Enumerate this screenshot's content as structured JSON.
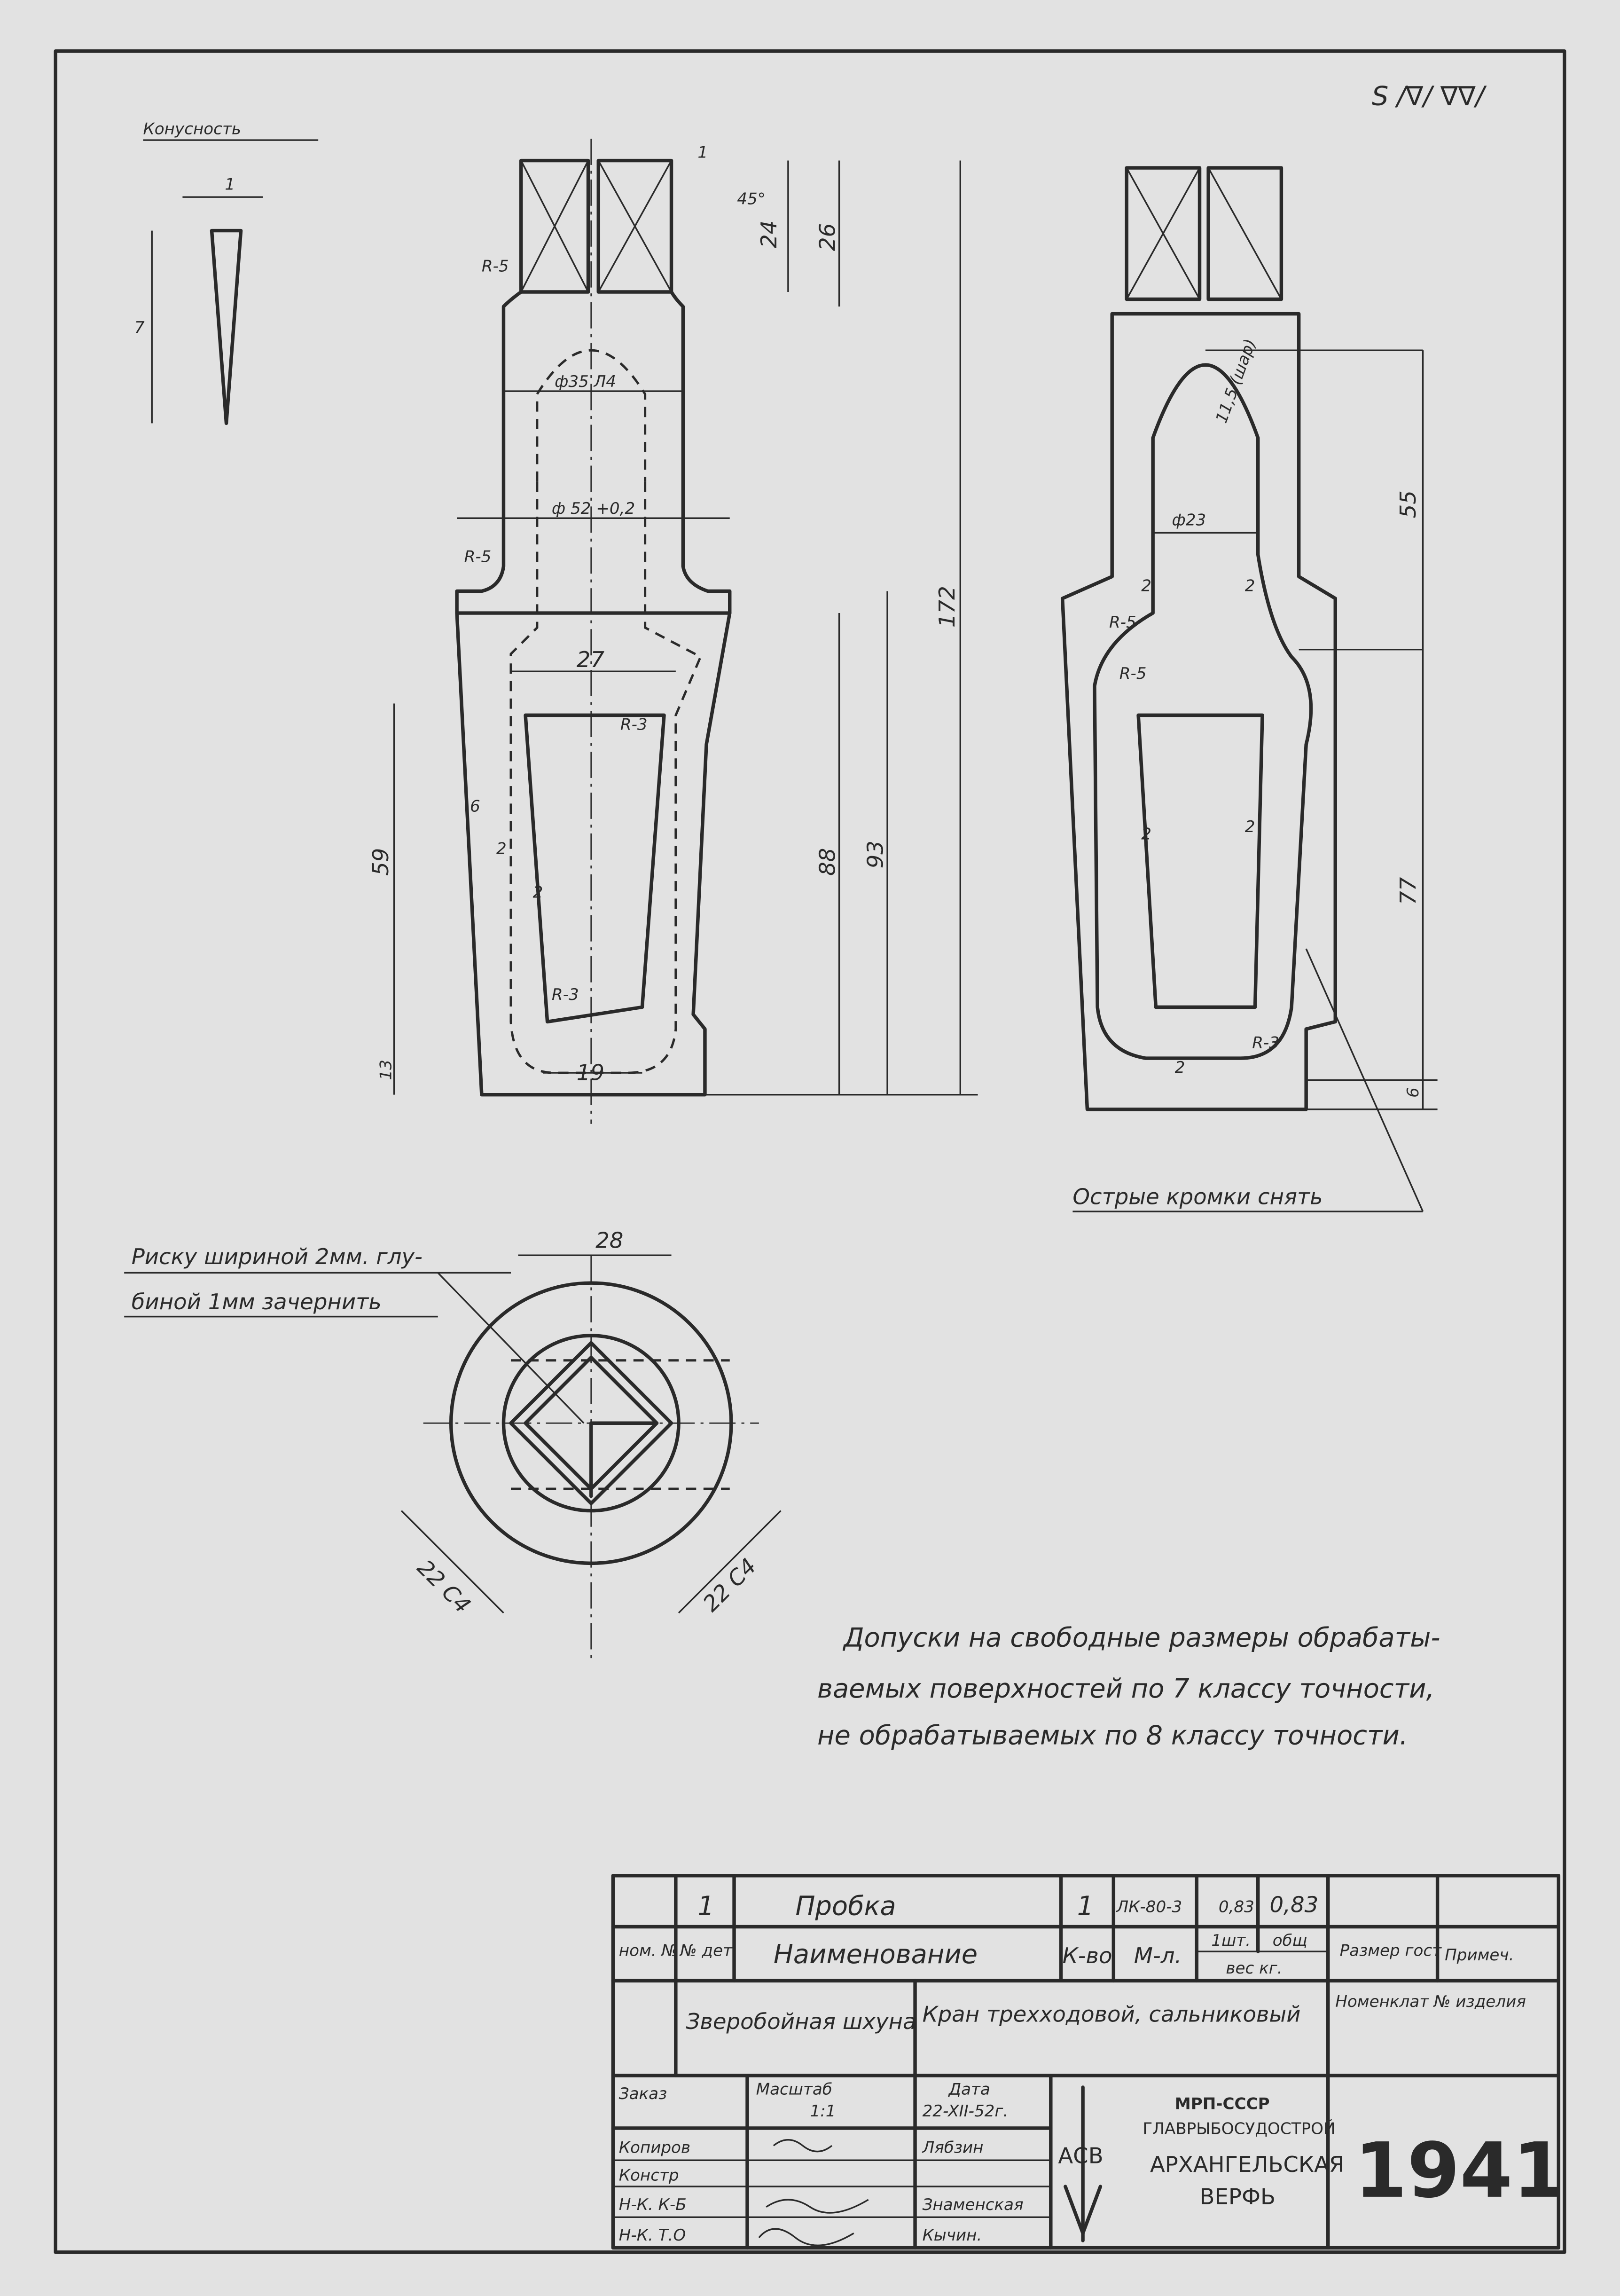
{
  "roughness": "S /∇/ ∇∇/",
  "taper": {
    "label": "Конусность",
    "top": "1",
    "side": "7"
  },
  "front_view": {
    "dims": [
      "1",
      "45°",
      "24",
      "26",
      "172",
      "ф35 Л4",
      "ф 52 +0,2",
      "R-5",
      "R-5",
      "27",
      "R-3",
      "6",
      "59",
      "2",
      "2",
      "R-3",
      "13",
      "19",
      "88",
      "93"
    ]
  },
  "section_view": {
    "dims": [
      "11,5 (шар)",
      "55",
      "ф23",
      "2",
      "2",
      "R-5",
      "R-5",
      "2",
      "2",
      "77",
      "6",
      "R-3",
      "2"
    ],
    "note": "Острые кромки снять"
  },
  "top_view": {
    "note_line1": "Риску шириной 2мм. глу-",
    "note_line2": "биной 1мм зачернить",
    "dims": [
      "28",
      "22 C4",
      "22 C4"
    ]
  },
  "tolerance_note": [
    "Допуски на свободные размеры обрабаты-",
    "ваемых поверхностей по 7 классу точности,",
    "не обрабатываемых по 8 классу точности."
  ],
  "title_block": {
    "item_no": "1",
    "part_name": "Пробка",
    "qty": "1",
    "material": "ЛК-80-3",
    "weight_each": "0,83",
    "weight_total": "0,83",
    "hdr_pos": "ном. №",
    "hdr_det": "№ дет.",
    "hdr_name": "Наименование",
    "hdr_qty": "К-во",
    "hdr_mat": "М-л.",
    "hdr_w1": "1шт.",
    "hdr_w2": "общ",
    "hdr_weight": "вес кг.",
    "hdr_size": "Размер гост",
    "hdr_note": "Примеч.",
    "vessel": "Зверобойная шхуна",
    "assembly": "Кран трехходовой, сальниковый",
    "nomenclature": "Номенклат № изделия",
    "order": "Заказ",
    "scale_label": "Масштаб",
    "scale": "1:1",
    "date_label": "Дата",
    "date": "22-XII-52г.",
    "copied": "Копиров",
    "copied_by": "Лябзин",
    "designer": "Констр",
    "nk_kb": "Н-К. К-Б",
    "nk_kb_name": "Знаменская",
    "nk_to": "Н-К. Т.О",
    "nk_to_name": "Кычин.",
    "org1": "МРП-СССР",
    "org2": "ГЛАВРЫБОСУДОСТРОЙ",
    "org3": "АРХАНГЕЛЬСКАЯ",
    "org4": "ВЕРФЬ",
    "logo": "АСВ",
    "drawing_no": "1941"
  }
}
